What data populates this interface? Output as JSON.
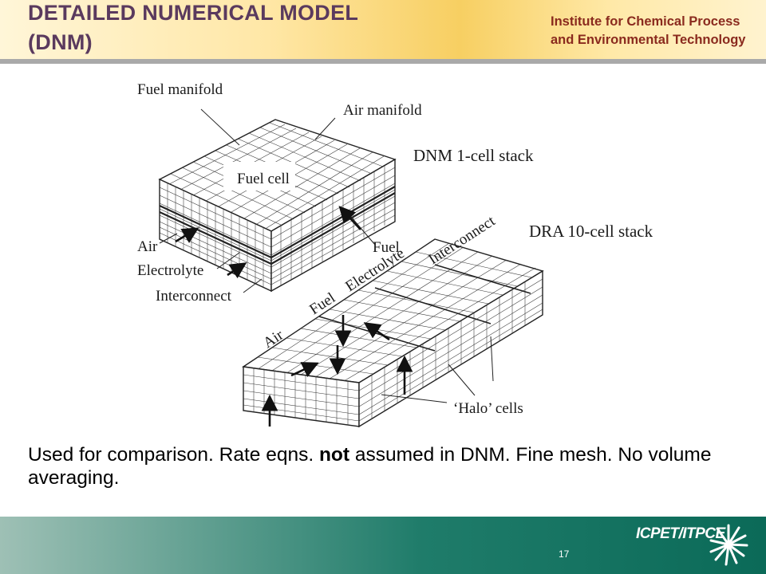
{
  "header": {
    "title_line1": "DETAILED NUMERICAL MODEL",
    "title_line2": "(DNM)",
    "institute_line1": "Institute for Chemical Process",
    "institute_line2": "and Environmental Technology"
  },
  "diagram": {
    "labels": {
      "fuel_manifold": "Fuel manifold",
      "air_manifold": "Air manifold",
      "dnm_stack": "DNM 1-cell stack",
      "fuel_cell": "Fuel cell",
      "air_left": "Air",
      "electrolyte_left": "Electrolyte",
      "interconnect_left": "Interconnect",
      "fuel_right": "Fuel",
      "dra_stack": "DRA 10-cell stack",
      "air_angled": "Air",
      "fuel_angled": "Fuel",
      "electrolyte_angled": "Electrolyte",
      "interconnect_angled": "Interconnect",
      "halo_cells": "‘Halo’ cells"
    }
  },
  "caption": {
    "part1": "Used for comparison. Rate eqns. ",
    "bold": "not",
    "part2": " assumed in DNM. Fine mesh. No volume averaging."
  },
  "footer": {
    "page_number": "17",
    "logo_text": "ICPET/ITPCE"
  },
  "colors": {
    "title": "#5a3a5e",
    "institute": "#8a2a1e",
    "footer_teal": "#0b6a58"
  }
}
